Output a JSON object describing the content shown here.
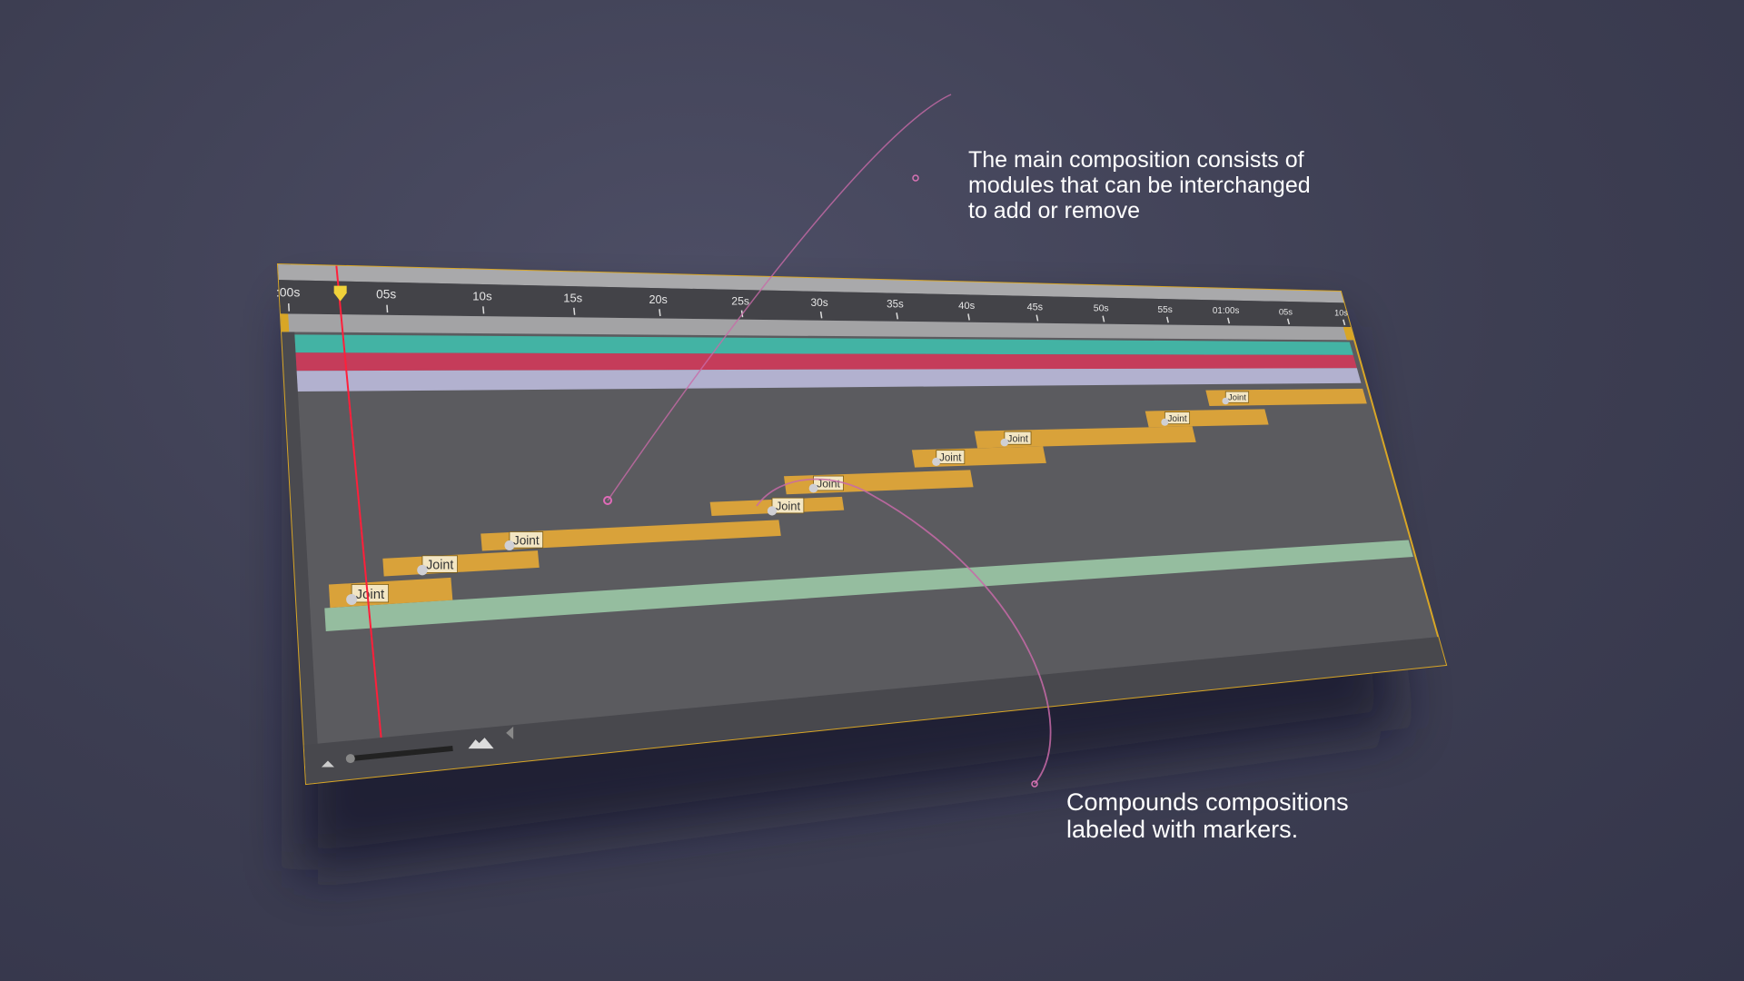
{
  "annotations": {
    "main_composition": [
      "The main composition consists of",
      "modules that can be interchanged",
      "to add or remove"
    ],
    "compounds": [
      "Compounds compositions",
      "labeled with markers."
    ]
  },
  "timeline": {
    "ruler_labels": [
      ":00s",
      "05s",
      "10s",
      "15s",
      "20s",
      "25s",
      "30s",
      "35s",
      "40s",
      "45s",
      "50s",
      "55s",
      "01:00s",
      "05s",
      "10s"
    ],
    "marker_label": "Joint",
    "colors": {
      "teal": "#43b3a4",
      "red": "#c53c5a",
      "lavender": "#b2b1cf",
      "joint": "#d9a23a",
      "green": "#9bc8a6",
      "accent": "#d8a626",
      "playhead": "#ff1f3a"
    }
  }
}
